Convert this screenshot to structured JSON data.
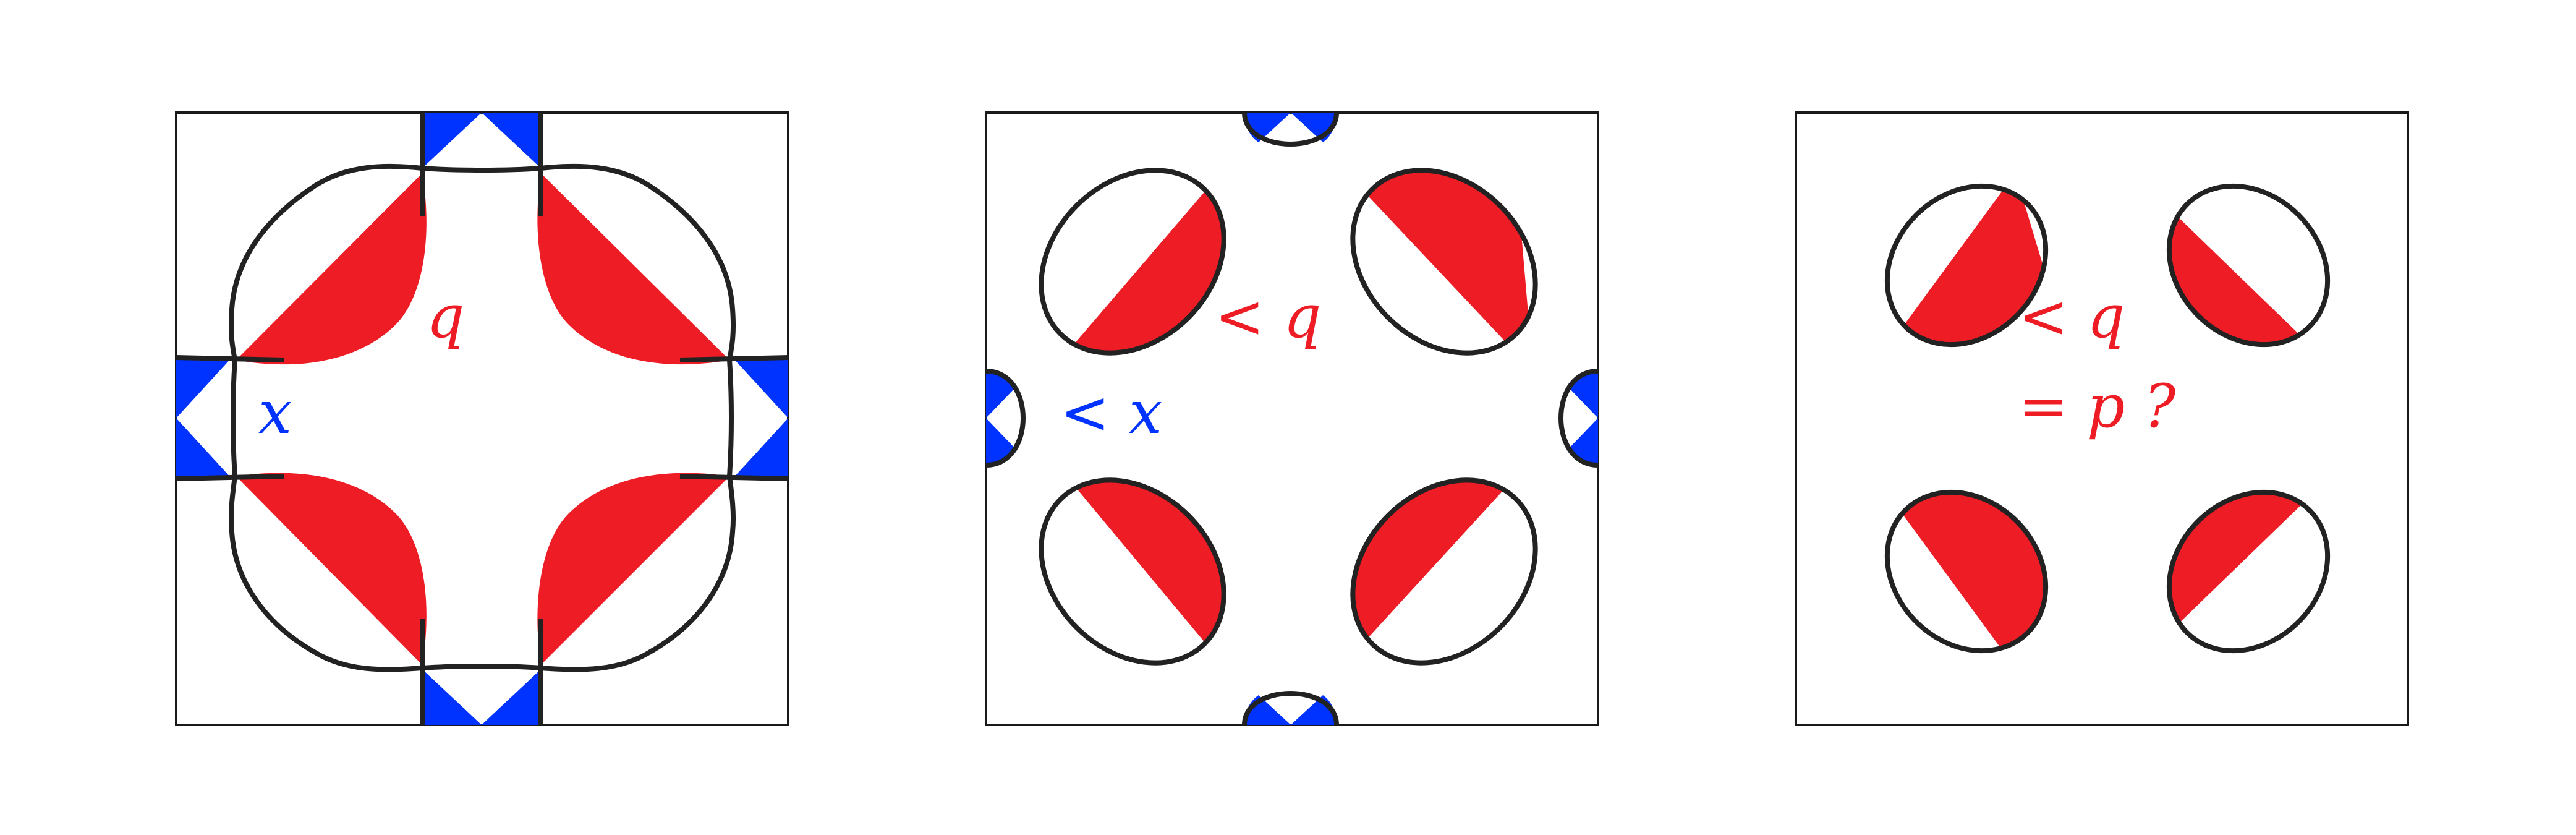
{
  "colors": {
    "red": "#ee1c25",
    "blue": "#0033ff",
    "outline": "#222222"
  },
  "panels": [
    {
      "labels": {
        "red": "q",
        "blue": "x"
      }
    },
    {
      "labels": {
        "red": "< q",
        "blue": "< x"
      }
    },
    {
      "labels": {
        "red": "< q",
        "red2": "= p ?"
      }
    }
  ]
}
